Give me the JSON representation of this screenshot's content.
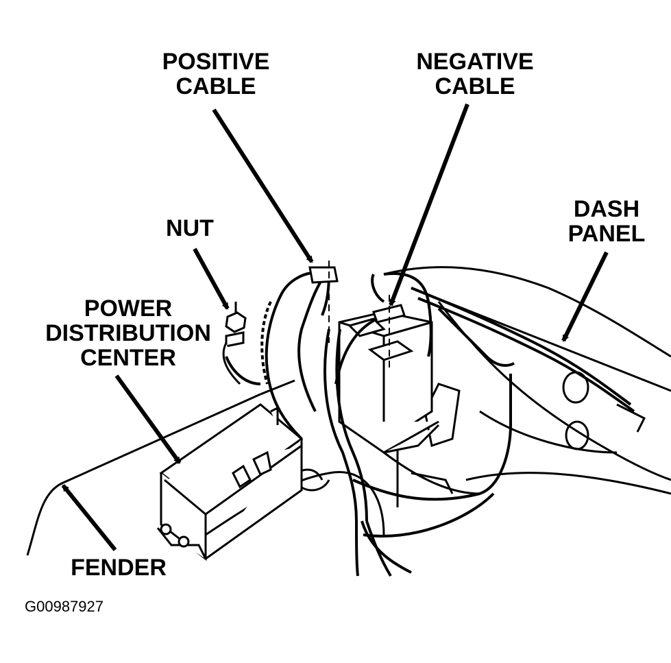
{
  "labels": {
    "positive_cable": [
      "POSITIVE",
      "CABLE"
    ],
    "negative_cable": [
      "NEGATIVE",
      "CABLE"
    ],
    "nut": "NUT",
    "dash_panel": [
      "DASH",
      "PANEL"
    ],
    "power_distribution_center": [
      "POWER",
      "DISTRIBUTION",
      "CENTER"
    ],
    "fender": "FENDER"
  },
  "figure_id": "G00987927",
  "colors": {
    "ink": "#000000",
    "paper": "#ffffff"
  }
}
